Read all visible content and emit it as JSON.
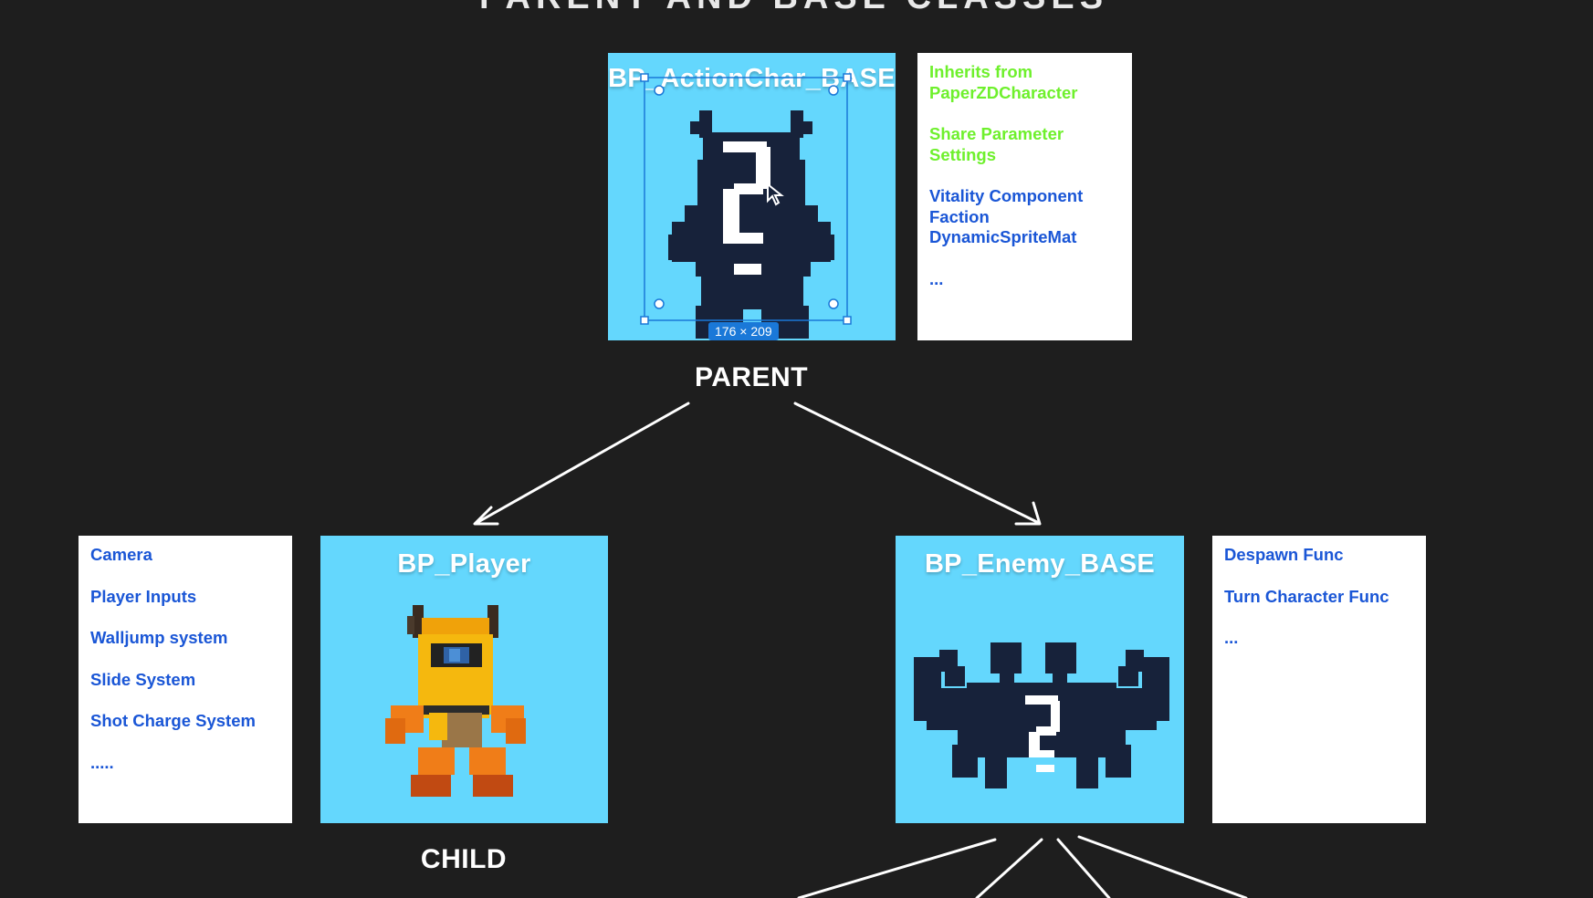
{
  "header_fragment": "PARENT AND BASE CLASSES",
  "parent": {
    "title": "BP_ActionChar_BASE",
    "size_badge": "176 × 209",
    "notes": [
      {
        "text": "Inherits from PaperZDCharacter",
        "color": "#6ef02c"
      },
      {
        "text": "Share Parameter Settings",
        "color": "#6ef02c"
      },
      {
        "text": "Vitality Component Faction DynamicSpriteMat",
        "color": "#1a56d6"
      },
      {
        "text": "...",
        "color": "#1a56d6"
      }
    ]
  },
  "labels": {
    "parent": "PARENT",
    "child": "CHILD"
  },
  "player": {
    "title": "BP_Player",
    "notes": [
      "Camera",
      "Player Inputs",
      "Walljump system",
      "Slide System",
      "Shot Charge System",
      "....."
    ]
  },
  "enemy": {
    "title": "BP_Enemy_BASE",
    "notes": [
      "Despawn Func",
      "Turn Character Func",
      "..."
    ]
  },
  "colors": {
    "background": "#1e1e1e",
    "card": "#64d7fd",
    "selection": "#1a78d8",
    "silhouette": "#17223a",
    "green_text": "#6ef02c",
    "blue_text": "#1a56d6"
  }
}
